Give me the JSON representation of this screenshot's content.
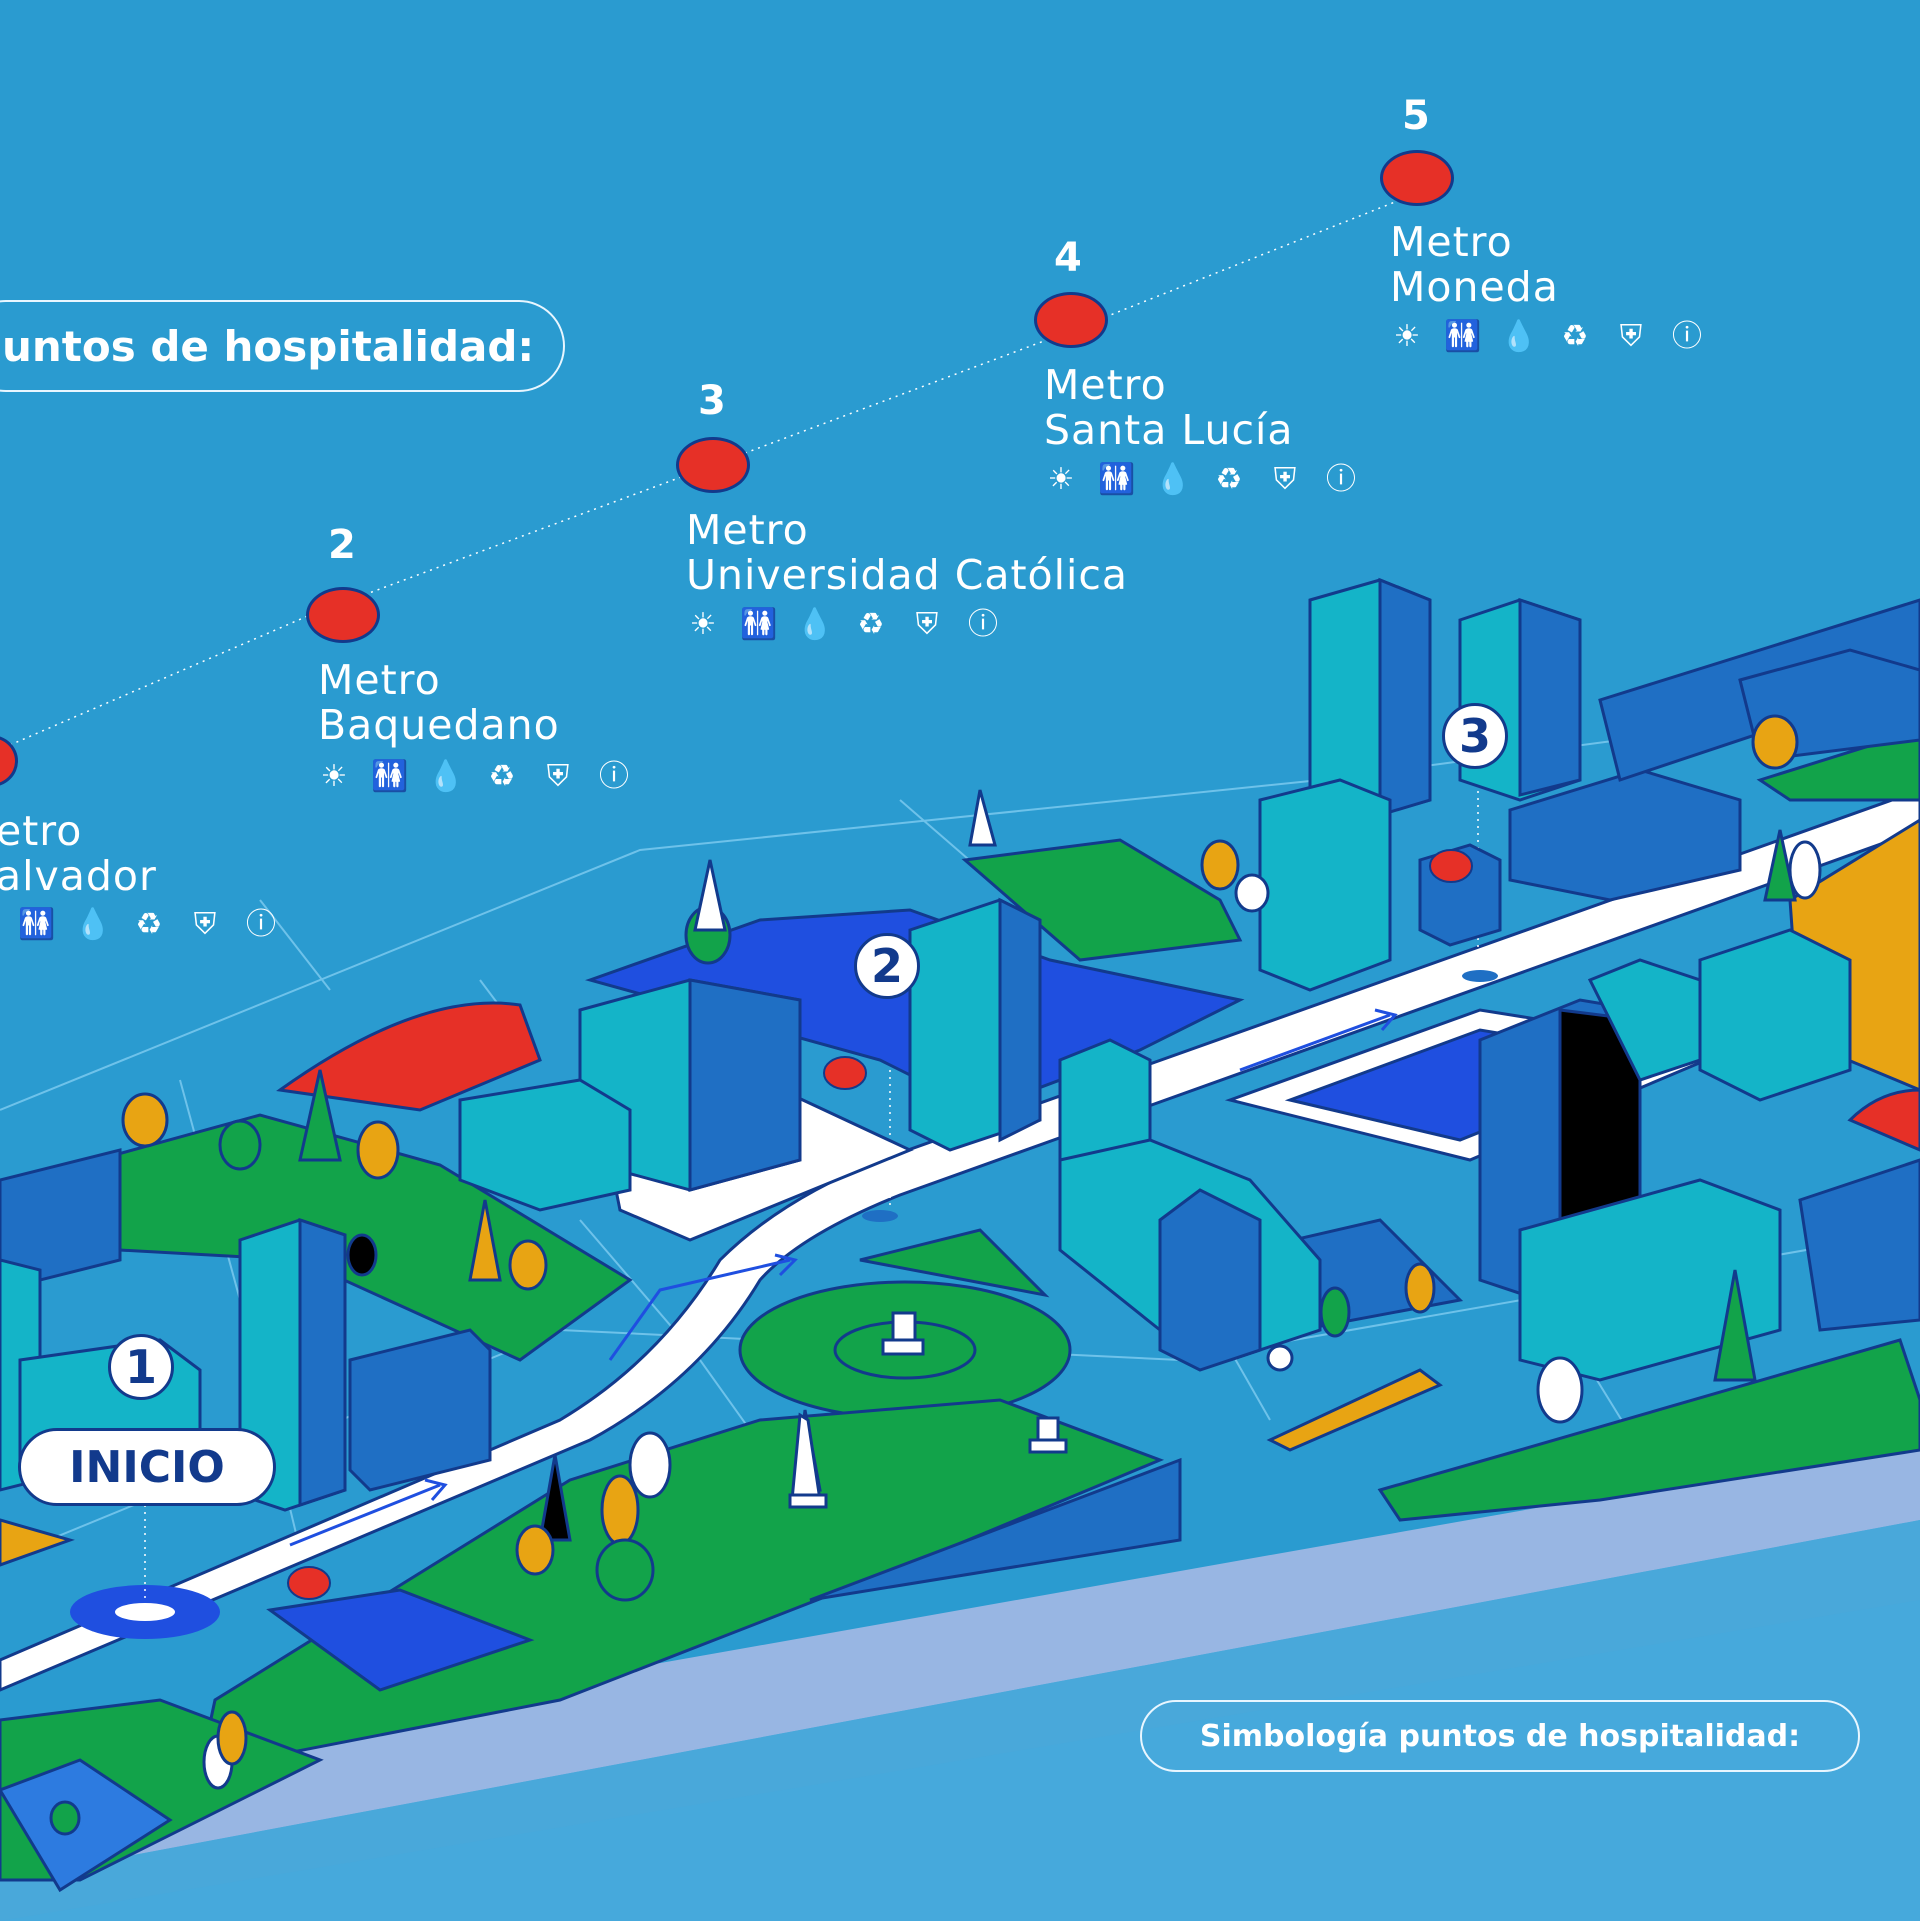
{
  "header": {
    "legend_title": "untos de hospitalidad:"
  },
  "stops": [
    {
      "number": "",
      "line1": "etro",
      "line2": "alvador"
    },
    {
      "number": "2",
      "line1": "Metro",
      "line2": "Baquedano"
    },
    {
      "number": "3",
      "line1": "Metro",
      "line2": "Universidad Católica"
    },
    {
      "number": "4",
      "line1": "Metro",
      "line2": "Santa Lucía"
    },
    {
      "number": "5",
      "line1": "Metro",
      "line2": "Moneda"
    }
  ],
  "amenity_icons": [
    "sun-icon",
    "restroom-icon",
    "water-drop-icon",
    "recycle-icon",
    "police-badge-icon",
    "info-icon"
  ],
  "amenity_glyphs": [
    "☀",
    "🚻",
    "💧",
    "♻",
    "⛨",
    "ⓘ"
  ],
  "map": {
    "start_label": "INICIO",
    "markers": [
      "1",
      "2",
      "3"
    ]
  },
  "footer": {
    "legend_title": "Simbología puntos de hospitalidad:"
  },
  "colors": {
    "background": "#2a9bd0",
    "metro_red": "#e63027",
    "park_green": "#12a34a",
    "building_teal": "#14b4c8",
    "building_blue": "#1f6fc4",
    "accent_yellow": "#e8a413",
    "road": "#ffffff",
    "outline": "#123a8c",
    "water": "#1f4fe0",
    "river": "#98b6e3"
  }
}
